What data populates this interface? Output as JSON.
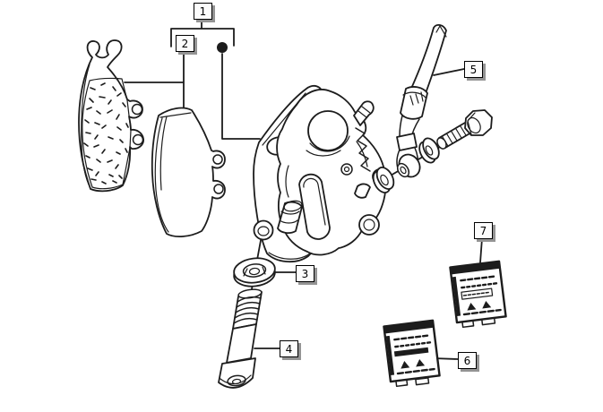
{
  "diagram": {
    "background_color": "#ffffff",
    "line_color": "#1c1c1c",
    "callout_style": {
      "fill": "#fcfcfc",
      "border_color": "#000000",
      "shadow_color": "#949494",
      "text_color": "#000000"
    },
    "callouts": [
      {
        "id": "1",
        "label": "1"
      },
      {
        "id": "2",
        "label": "2"
      },
      {
        "id": "3",
        "label": "3"
      },
      {
        "id": "4",
        "label": "4"
      },
      {
        "id": "5",
        "label": "5"
      },
      {
        "id": "6",
        "label": "6"
      },
      {
        "id": "7",
        "label": "7"
      }
    ]
  }
}
